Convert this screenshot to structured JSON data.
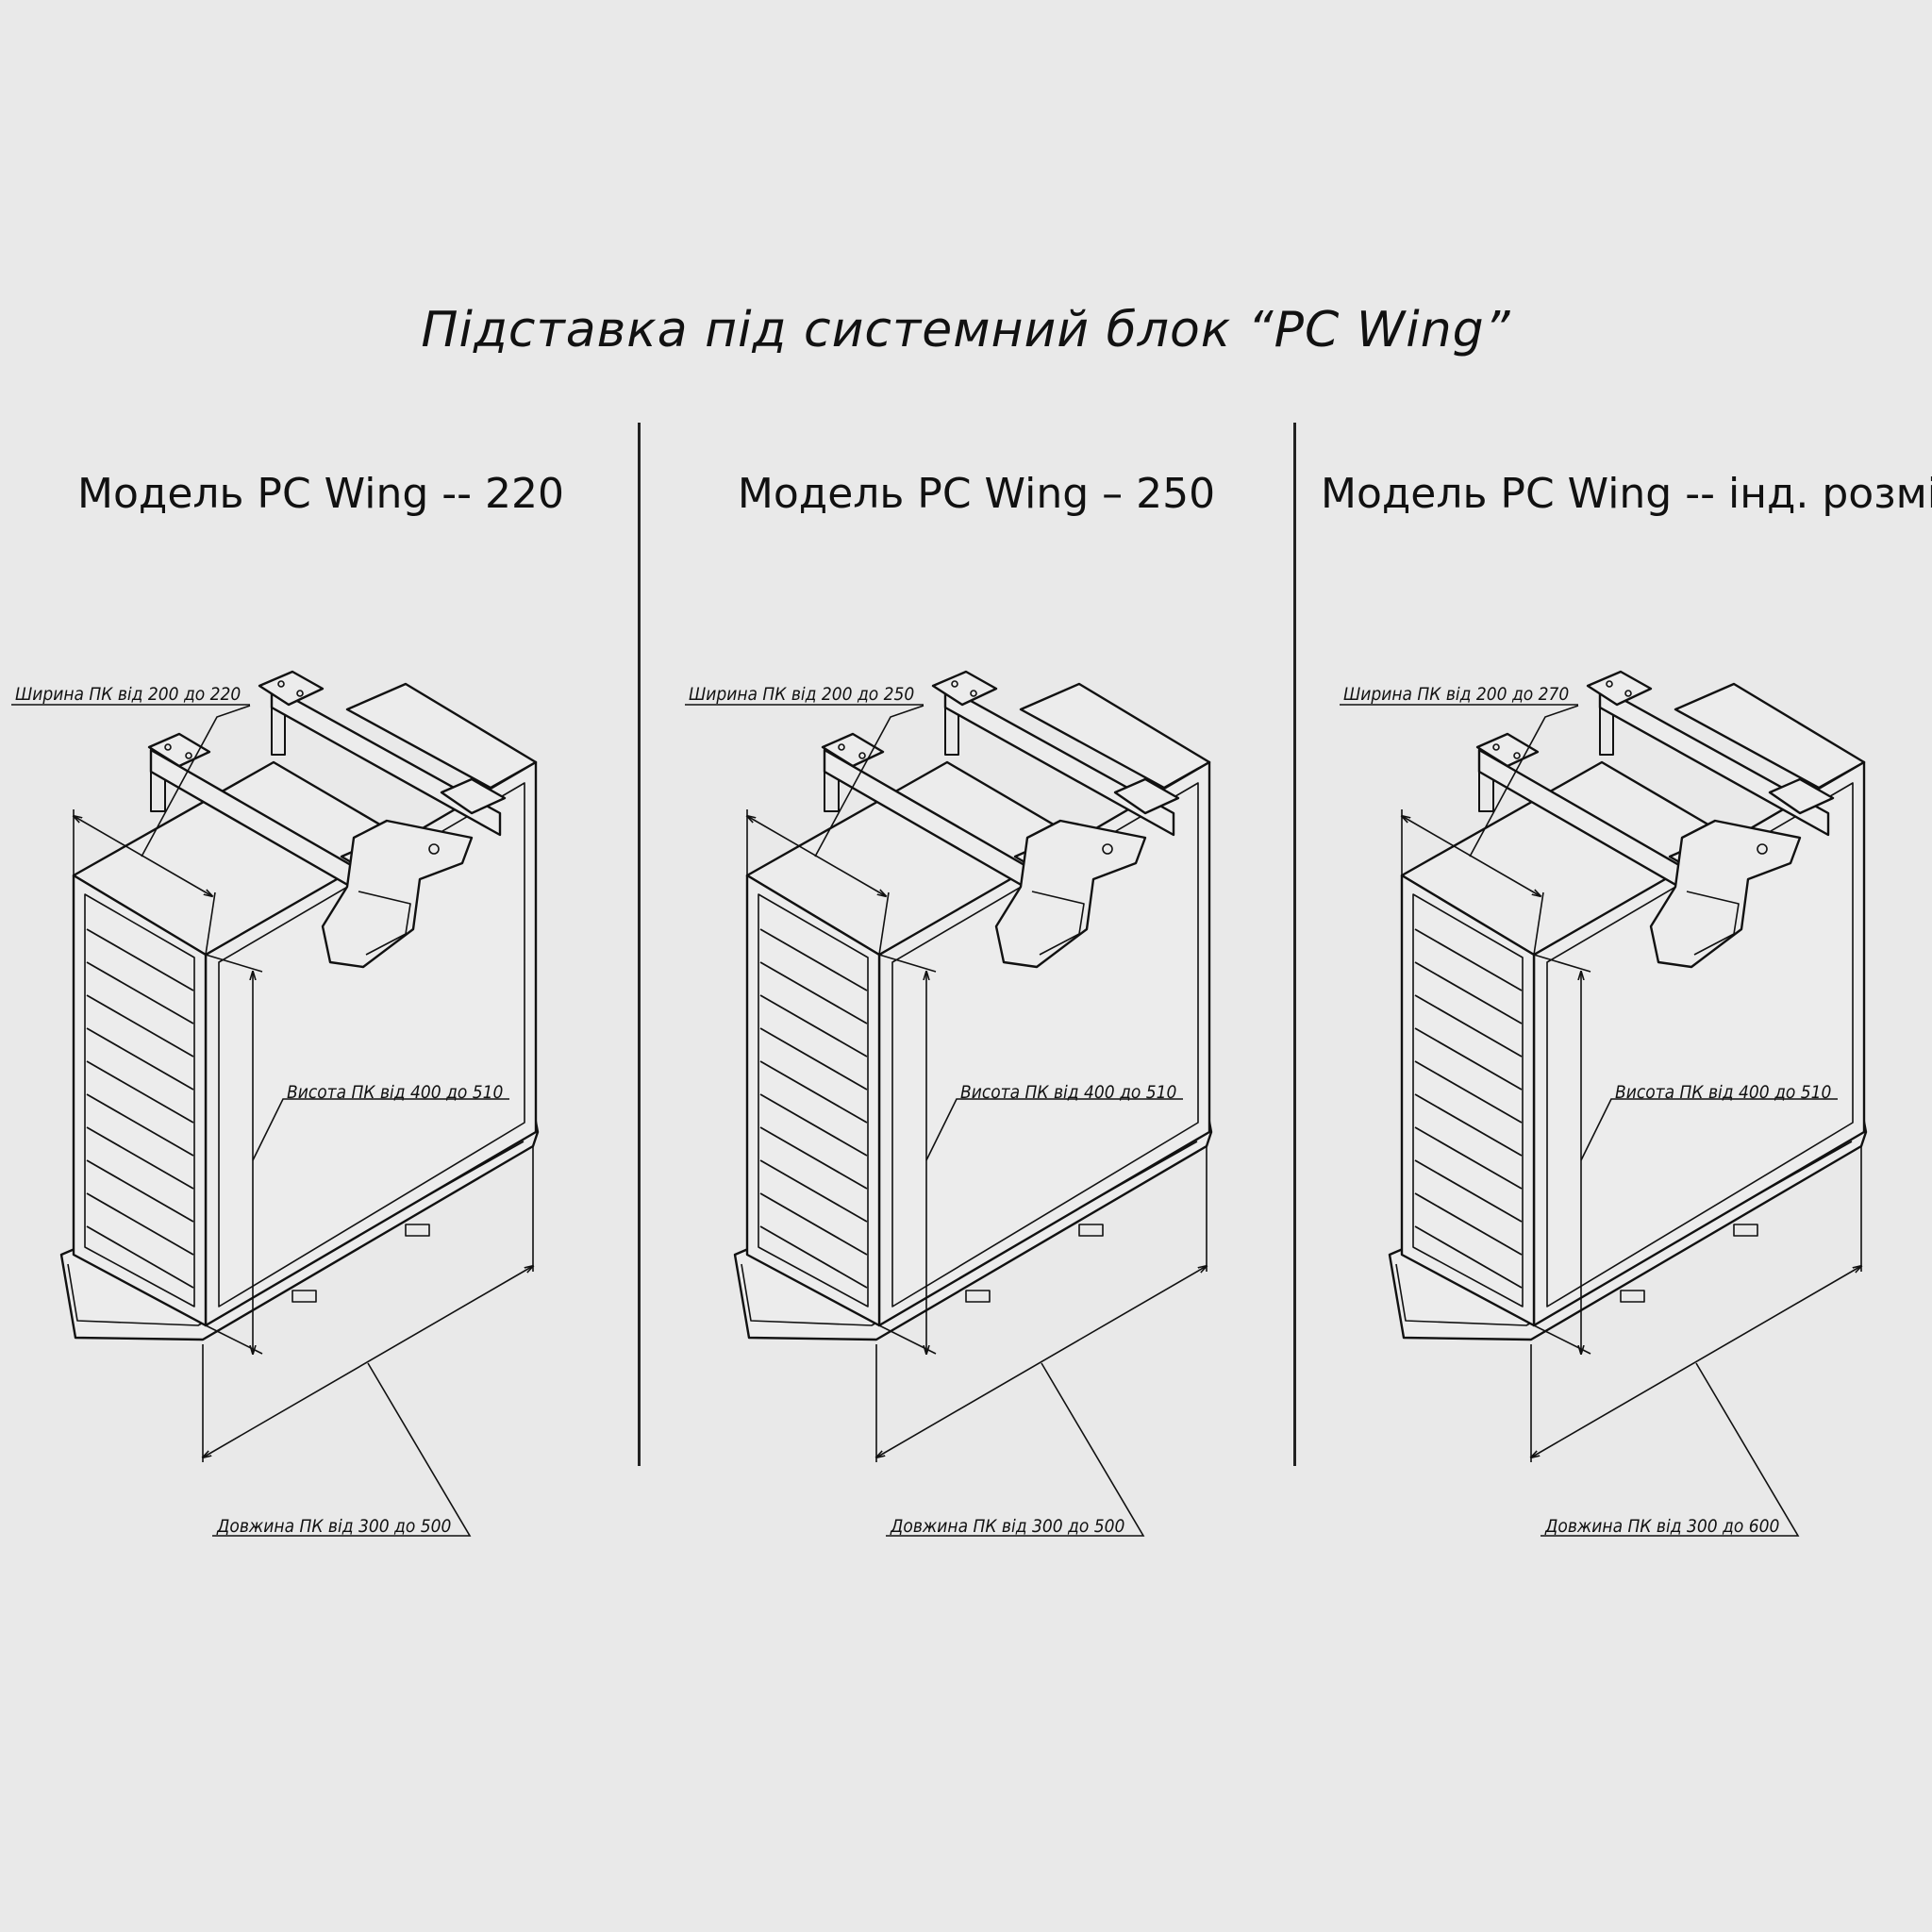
{
  "title": "Підставка під системний блок “PC Wing”",
  "models": [
    {
      "title": "Модель PC Wing -- 220",
      "width_label": "Ширина ПК від 200 до 220",
      "height_label": "Висота ПК від 400 до 510",
      "length_label": "Довжина ПК від 300 до 500"
    },
    {
      "title": "Модель PC Wing – 250",
      "width_label": "Ширина ПК від 200 до 250",
      "height_label": "Висота ПК від 400 до 510",
      "length_label": "Довжина ПК від 300 до 500"
    },
    {
      "title": "Модель PC Wing -- інд. розмір",
      "width_label": "Ширина ПК від 200 до 270",
      "height_label": "Висота ПК від 400 до 510",
      "length_label": "Довжина ПК від 300 до 600"
    }
  ],
  "colors": {
    "background": "#e9e9e9",
    "line": "#111111"
  }
}
